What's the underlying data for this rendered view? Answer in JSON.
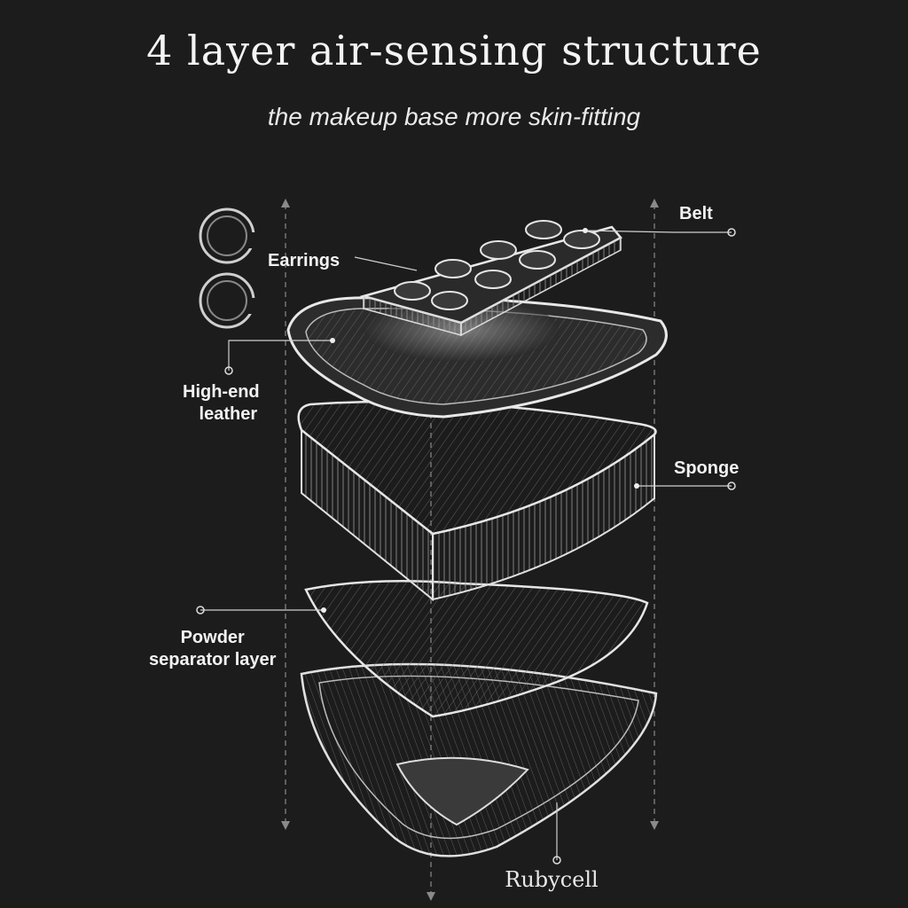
{
  "header": {
    "title": "4 layer air-sensing structure",
    "subtitle": "the makeup base more skin-fitting"
  },
  "labels": {
    "belt": "Belt",
    "earrings": "Earrings",
    "leather_line1": "High-end",
    "leather_line2": "leather",
    "sponge": "Sponge",
    "powder_line1": "Powder",
    "powder_line2": "separator layer"
  },
  "footer": {
    "brand": "Rubycell"
  },
  "colors": {
    "background": "#1c1c1c",
    "line": "#d8d8d8",
    "text": "#f2f2f2"
  }
}
